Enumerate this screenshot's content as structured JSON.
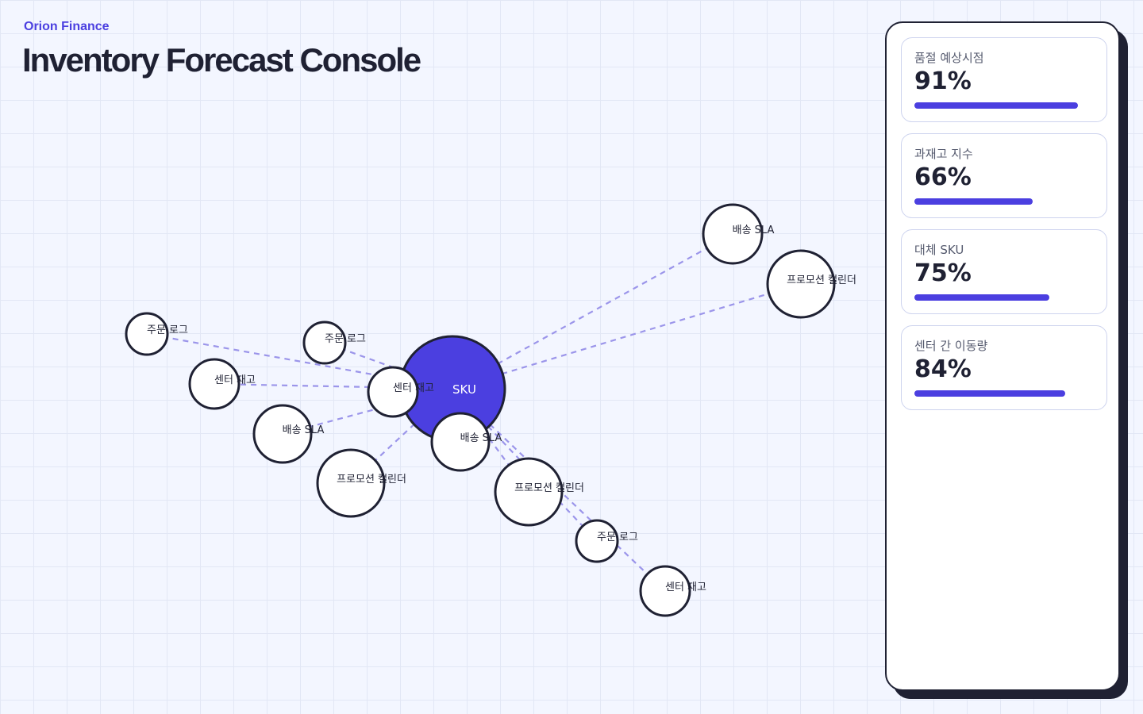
{
  "header": {
    "brand": "Orion Finance",
    "title": "Inventory Forecast Console"
  },
  "graph": {
    "hub": {
      "label": "SKU"
    },
    "nodes": [
      {
        "label": "주문 로그"
      },
      {
        "label": "주문 로그"
      },
      {
        "label": "센터 재고"
      },
      {
        "label": "센터 재고"
      },
      {
        "label": "배송 SLA"
      },
      {
        "label": "프로모션 캘린더"
      },
      {
        "label": "배송 SLA"
      },
      {
        "label": "프로모션 캘린더"
      },
      {
        "label": "주문 로그"
      },
      {
        "label": "센터 재고"
      },
      {
        "label": "배송 SLA"
      },
      {
        "label": "프로모션 캘린더"
      }
    ]
  },
  "metrics": [
    {
      "label": "품절 예상시점",
      "value": "91%",
      "level": 0.91
    },
    {
      "label": "과재고 지수",
      "value": "66%",
      "level": 0.66
    },
    {
      "label": "대체 SKU",
      "value": "75%",
      "level": 0.75
    },
    {
      "label": "센터 간 이동량",
      "value": "84%",
      "level": 0.84
    }
  ],
  "colors": {
    "accent": "#4b3fe0",
    "edge": "#9b95ea",
    "ink": "#1f2133",
    "background": "#f3f6ff"
  }
}
